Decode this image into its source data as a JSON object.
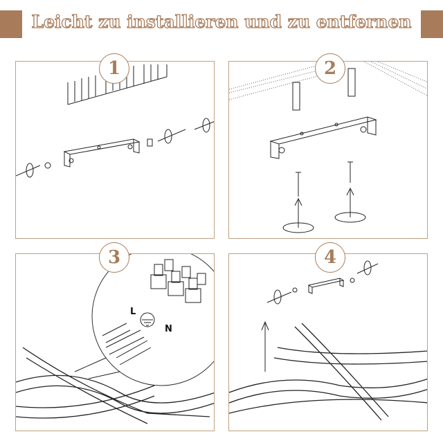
{
  "header": {
    "title": "Leicht zu installieren und zu entfernen"
  },
  "colors": {
    "accent": "#a87c5a",
    "border": "#c0a080"
  },
  "steps": [
    {
      "number": "1"
    },
    {
      "number": "2"
    },
    {
      "number": "3",
      "labels": {
        "live": "L",
        "neutral": "N"
      }
    },
    {
      "number": "4"
    }
  ]
}
